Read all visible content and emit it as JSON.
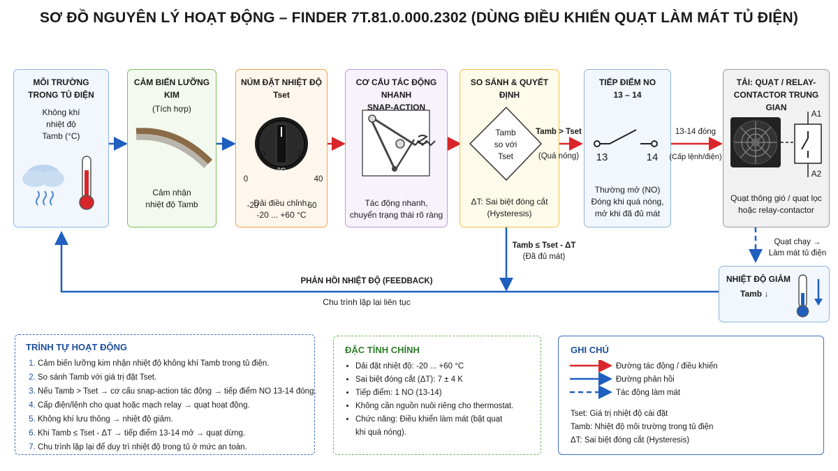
{
  "title": "SƠ ĐỒ NGUYÊN LÝ HOẠT ĐỘNG – FINDER 7T.81.0.000.2302 (DÙNG ĐIỀU KHIỂN QUẠT LÀM MÁT TỦ ĐIỆN)",
  "colors": {
    "control": "#d9262b",
    "feedback": "#1f5fbf",
    "cooling": "#1f5fbf"
  },
  "boxes": {
    "env": {
      "title1": "MÔI TRƯỜNG",
      "title2": "TRONG TỦ ĐIỆN",
      "line1": "Không khí",
      "line2": "nhiệt độ",
      "line3": "Tamb (°C)"
    },
    "sensor": {
      "title": "CẢM BIẾN LƯỠNG KIM",
      "sub": "(Tích hợp)",
      "desc1": "Cảm nhận",
      "desc2": "nhiệt độ Tamb"
    },
    "knob": {
      "title": "NÚM ĐẶT NHIỆT ĐỘ",
      "sub": "Tset",
      "ticks": [
        "-20",
        "0",
        "00",
        "20",
        "40",
        "60"
      ],
      "unit": "°C",
      "desc1": "Dải điều chỉnh:",
      "desc2": "-20 ... +60 °C"
    },
    "snap": {
      "title1": "CƠ CẤU TÁC ĐỘNG NHANH",
      "title2": "SNAP-ACTION",
      "desc1": "Tác động nhanh,",
      "desc2": "chuyển trạng thái rõ ràng"
    },
    "compare": {
      "title": "SO SÁNH & QUYẾT ĐỊNH",
      "d1": "Tamb",
      "d2": "so với",
      "d3": "Tset",
      "desc1": "ΔT: Sai biệt đóng cắt",
      "desc2": "(Hysteresis)"
    },
    "contact": {
      "title1": "TIẾP ĐIỂM NO",
      "title2": "13 – 14",
      "t13": "13",
      "t14": "14",
      "desc1": "Thường mở (NO)",
      "desc2": "Đóng khi quá nóng,",
      "desc3": "mở khi đã đủ mát"
    },
    "load": {
      "title1": "TẢI: QUẠT / RELAY-",
      "title2": "CONTACTOR TRUNG GIAN",
      "a1": "A1",
      "a2": "A2",
      "desc1": "Quạt thông gió / quạt lọc",
      "desc2": "hoặc relay-contactor"
    },
    "temp_drop": {
      "title": "NHIỆT ĐỘ GIẢM",
      "sub": "Tamb ↓"
    }
  },
  "arrow_labels": {
    "hot1": "Tamb > Tset",
    "hot2": "(Quá nóng)",
    "closed1": "13-14 đóng",
    "closed2": "(Cấp lệnh/điện)",
    "cool1": "Tamb ≤ Tset - ΔT",
    "cool2": "(Đã đủ mát)",
    "fan1": "Quạt chạy →",
    "fan2": "Làm mát tủ điện",
    "feedback": "PHẢN HỒI NHIỆT ĐỘ (FEEDBACK)",
    "loop": "Chu trình lặp lại liên tục"
  },
  "sequence": {
    "title": "TRÌNH TỰ HOẠT ĐỘNG",
    "steps": [
      "Cảm biến lưỡng kim nhận nhiệt độ không khí Tamb trong tủ điện.",
      "So sánh Tamb với giá trị đặt Tset.",
      "Nếu Tamb > Tset → cơ cấu snap-action tác động → tiếp điểm NO 13-14 đóng.",
      "Cấp điện/lệnh cho quạt hoặc mạch relay → quạt hoạt động.",
      "Không khí lưu thông → nhiệt độ giảm.",
      "Khi Tamb ≤ Tset - ΔT → tiếp điểm 13-14 mở → quạt dừng.",
      "Chu trình lặp lại để duy trì nhiệt độ trong tủ ở mức an toàn."
    ]
  },
  "features": {
    "title": "ĐẶC TÍNH CHÍNH",
    "items": [
      "Dải đặt nhiệt độ: -20 ... +60 °C",
      "Sai biệt đóng cắt (ΔT): 7 ± 4 K",
      "Tiếp điểm: 1 NO (13-14)",
      "Không cần nguồn nuôi riêng cho thermostat.",
      "Chức năng: Điều khiển làm mát (bật quạt",
      "khi quá nóng)."
    ]
  },
  "legend": {
    "title": "GHI CHÚ",
    "items": [
      "Đường tác động / điều khiển",
      "Đường phản hồi",
      "Tác động làm mát"
    ],
    "notes": [
      "Tset: Giá trị nhiệt độ cài đặt",
      "Tamb: Nhiệt độ môi trường trong tủ điện",
      "ΔT: Sai biệt đóng cắt (Hysteresis)"
    ]
  }
}
